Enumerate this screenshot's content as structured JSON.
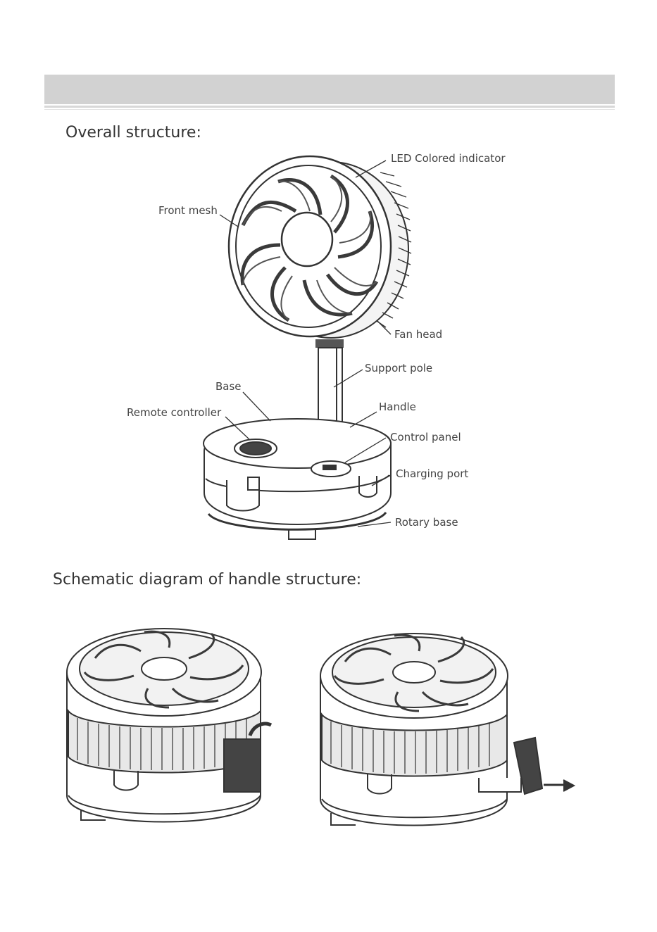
{
  "sections": {
    "overall_title": "Overall structure:",
    "handle_title": "Schematic diagram of handle structure:"
  },
  "labels": {
    "led": "LED  Colored indicator",
    "front_mesh": "Front mesh",
    "fan_head": "Fan head",
    "support_pole": "Support pole",
    "base": "Base",
    "handle": "Handle",
    "remote": "Remote controller",
    "control_panel": "Control panel",
    "charging_port": "Charging port",
    "rotary_base": "Rotary base"
  },
  "colors": {
    "header_bar": "#d2d2d2",
    "line_art": "#333333"
  }
}
